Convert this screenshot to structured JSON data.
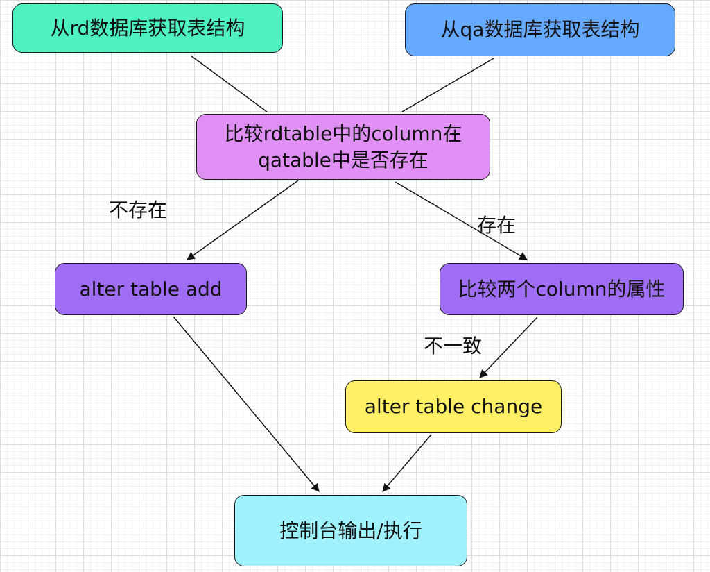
{
  "nodes": {
    "rd_schema": {
      "label": "从rd数据库获取表结构",
      "color": "#4df2c0"
    },
    "qa_schema": {
      "label": "从qa数据库获取表结构",
      "color": "#66aaff"
    },
    "compare_exists": {
      "label_line1": "比较rdtable中的column在",
      "label_line2": "qatable中是否存在",
      "color": "#e08ff5"
    },
    "alter_add": {
      "label": "alter table add",
      "color": "#a06ef5"
    },
    "compare_attrs": {
      "label": "比较两个column的属性",
      "color": "#a06ef5"
    },
    "alter_change": {
      "label": "alter table change",
      "color": "#fff066"
    },
    "output": {
      "label": "控制台输出/执行",
      "color": "#9ff2fc"
    }
  },
  "edge_labels": {
    "not_exists": "不存在",
    "exists": "存在",
    "inconsistent": "不一致"
  }
}
